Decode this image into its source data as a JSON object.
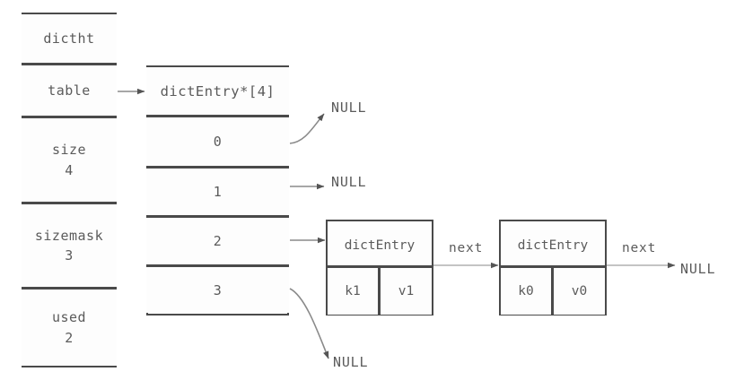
{
  "diagram": {
    "title": "redis dictht hash table structure",
    "colors": {
      "background": "#ffffff",
      "border": "#4a4a4a",
      "text": "#5b5b5b",
      "arrow": "#6e6e6e"
    }
  },
  "struct": {
    "name": "dictht",
    "fields": [
      {
        "label": "table",
        "value": ""
      },
      {
        "label": "size",
        "value": "4"
      },
      {
        "label": "sizemask",
        "value": "3"
      },
      {
        "label": "used",
        "value": "2"
      }
    ]
  },
  "array": {
    "header": "dictEntry*[4]",
    "slots": [
      "0",
      "1",
      "2",
      "3"
    ]
  },
  "nodes": [
    {
      "title": "dictEntry",
      "key": "k1",
      "value": "v1"
    },
    {
      "title": "dictEntry",
      "key": "k0",
      "value": "v0"
    }
  ],
  "labels": {
    "next_1": "next",
    "next_2": "next",
    "null_slot0": "NULL",
    "null_slot1": "NULL",
    "null_slot3": "NULL",
    "null_tail": "NULL"
  }
}
